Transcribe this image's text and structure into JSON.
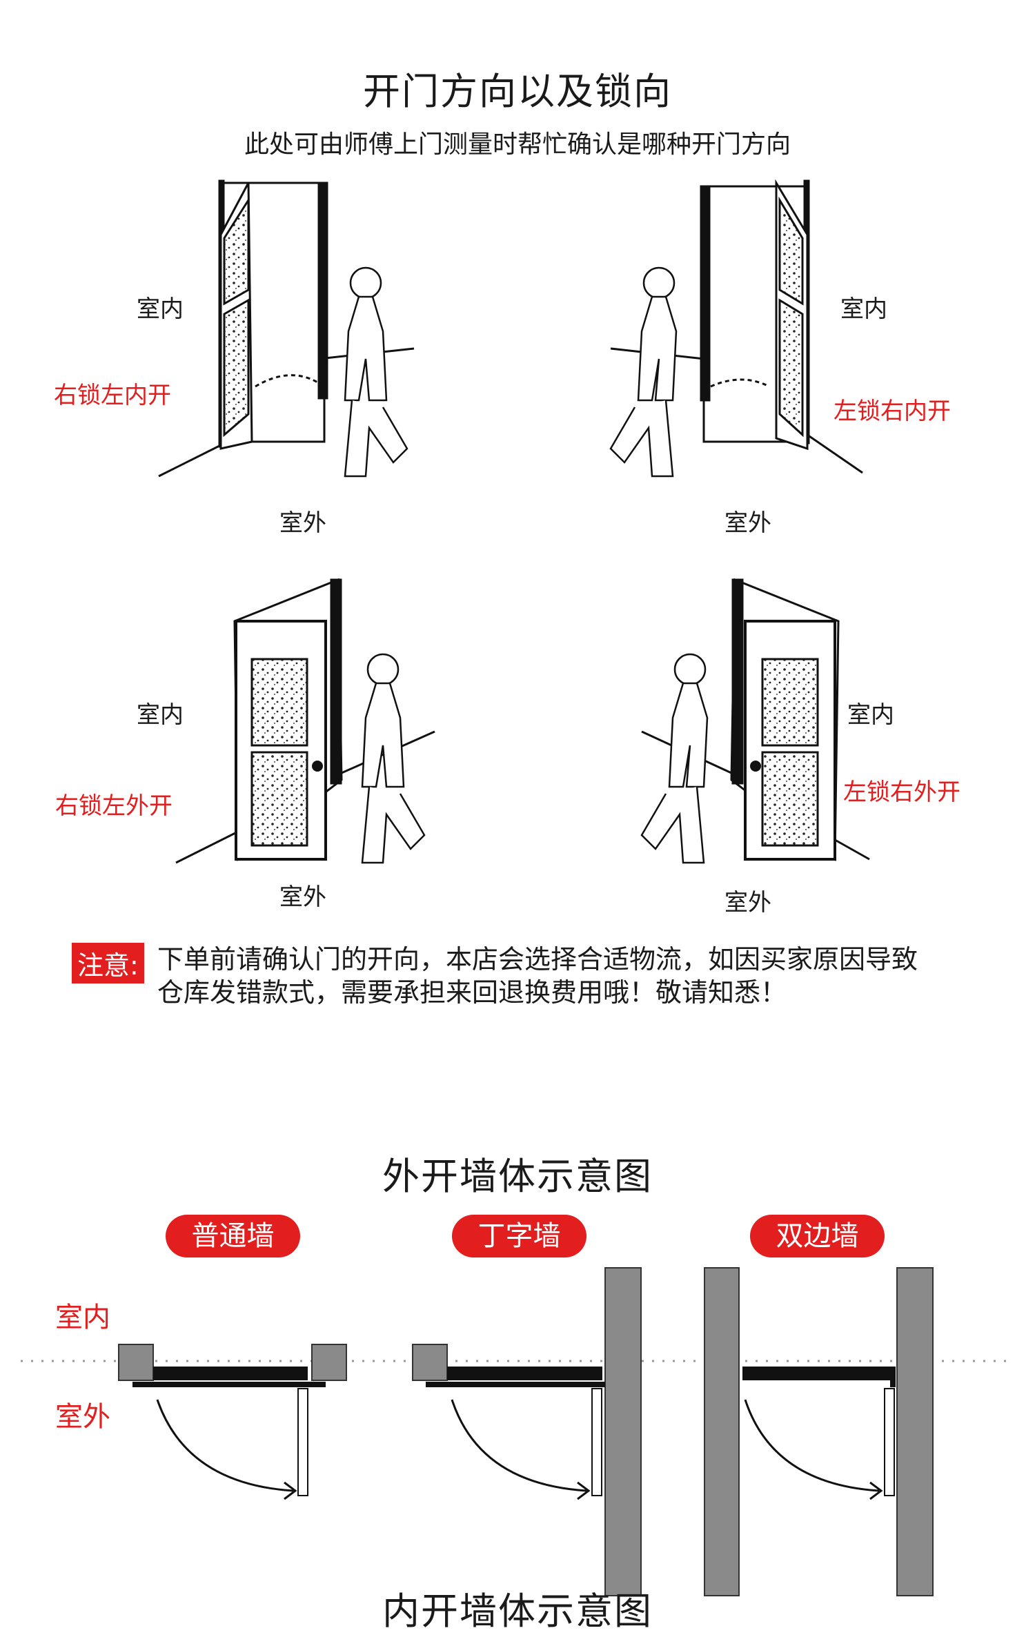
{
  "section1": {
    "title": "开门方向以及锁向",
    "subtitle": "此处可由师傅上门测量时帮忙确认是哪种开门方向"
  },
  "panels": [
    {
      "indoor": "室内",
      "outdoor": "室外",
      "type": "右锁左内开"
    },
    {
      "indoor": "室内",
      "outdoor": "室外",
      "type": "左锁右内开"
    },
    {
      "indoor": "室内",
      "outdoor": "室外",
      "type": "右锁左外开"
    },
    {
      "indoor": "室内",
      "outdoor": "室外",
      "type": "左锁右外开"
    }
  ],
  "notice": {
    "label": "注意:",
    "line1": "下单前请确认门的开向，本店会选择合适物流，如因买家原因导致",
    "line2": "仓库发错款式，需要承担来回退换费用哦！敬请知悉！"
  },
  "section2": {
    "title": "外开墙体示意图",
    "indoor": "室内",
    "outdoor": "室外",
    "walls": [
      "普通墙",
      "丁字墙",
      "双边墙"
    ]
  },
  "section3": {
    "title_partial": "内开墙体示意图"
  },
  "colors": {
    "accent": "#e31e1e",
    "wall": "#8a8a8a",
    "door": "#111111"
  }
}
